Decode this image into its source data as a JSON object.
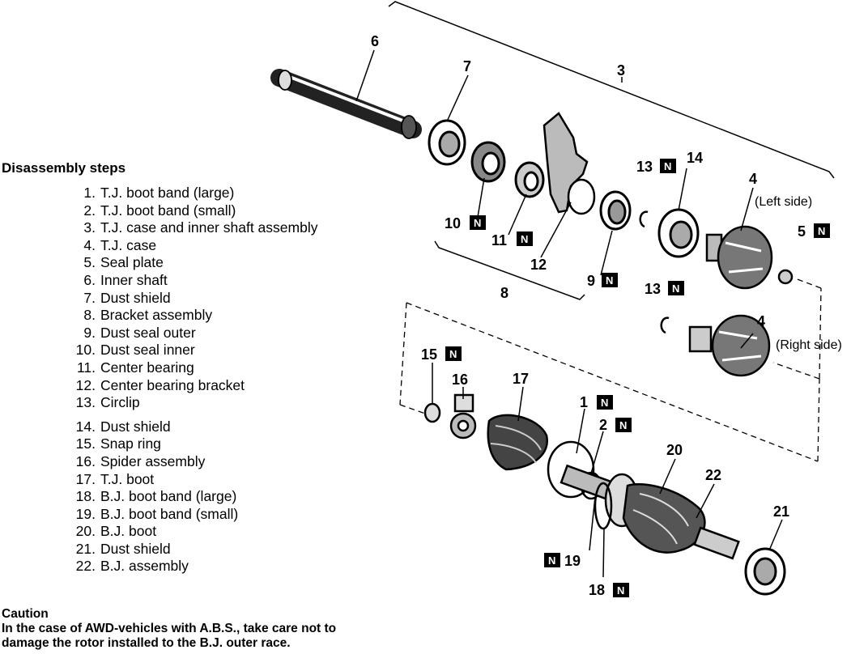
{
  "disassembly": {
    "title": "Disassembly steps",
    "steps": [
      {
        "n": "1.",
        "t": "T.J. boot band (large)"
      },
      {
        "n": "2.",
        "t": "T.J. boot band (small)"
      },
      {
        "n": "3.",
        "t": "T.J. case and inner shaft assembly"
      },
      {
        "n": "4.",
        "t": "T.J. case"
      },
      {
        "n": "5.",
        "t": "Seal plate"
      },
      {
        "n": "6.",
        "t": "Inner shaft"
      },
      {
        "n": "7.",
        "t": "Dust shield"
      },
      {
        "n": "8.",
        "t": "Bracket assembly"
      },
      {
        "n": "9.",
        "t": "Dust seal outer"
      },
      {
        "n": "10.",
        "t": "Dust seal inner"
      },
      {
        "n": "11.",
        "t": "Center bearing"
      },
      {
        "n": "12.",
        "t": "Center bearing bracket"
      },
      {
        "n": "13.",
        "t": "Circlip"
      },
      {
        "n": "14.",
        "t": "Dust shield"
      },
      {
        "n": "15.",
        "t": "Snap ring"
      },
      {
        "n": "16.",
        "t": "Spider assembly"
      },
      {
        "n": "17.",
        "t": "T.J. boot"
      },
      {
        "n": "18.",
        "t": "B.J. boot band (large)"
      },
      {
        "n": "19.",
        "t": "B.J. boot band (small)"
      },
      {
        "n": "20.",
        "t": "B.J. boot"
      },
      {
        "n": "21.",
        "t": "Dust shield"
      },
      {
        "n": "22.",
        "t": "B.J. assembly"
      }
    ]
  },
  "caution": {
    "title": "Caution",
    "line1": "In the case of AWD-vehicles with A.B.S., take care not to",
    "line2": "damage the rotor installed to the B.J. outer race."
  },
  "labels": {
    "n": "N",
    "l1": "1",
    "l2": "2",
    "l3": "3",
    "l4": "4",
    "l5": "5",
    "l6": "6",
    "l7": "7",
    "l8": "8",
    "l9": "9",
    "l10": "10",
    "l11": "11",
    "l12": "12",
    "l13": "13",
    "l14": "14",
    "l15": "15",
    "l16": "16",
    "l17": "17",
    "l18": "18",
    "l19": "19",
    "l20": "20",
    "l21": "21",
    "l22": "22",
    "left_side": "(Left side)",
    "right_side": "(Right side)"
  }
}
